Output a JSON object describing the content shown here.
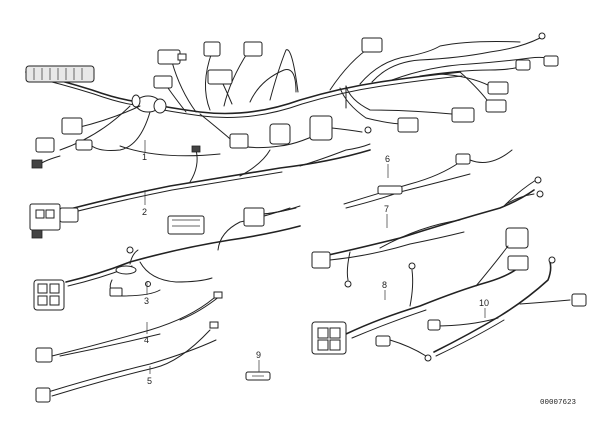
{
  "callouts": {
    "c1": "1",
    "c2": "2",
    "c3": "3",
    "c4": "4",
    "c5": "5",
    "c6": "6",
    "c7": "7",
    "c8": "8",
    "c9": "9",
    "c10": "10"
  },
  "reference_number": "00007623"
}
